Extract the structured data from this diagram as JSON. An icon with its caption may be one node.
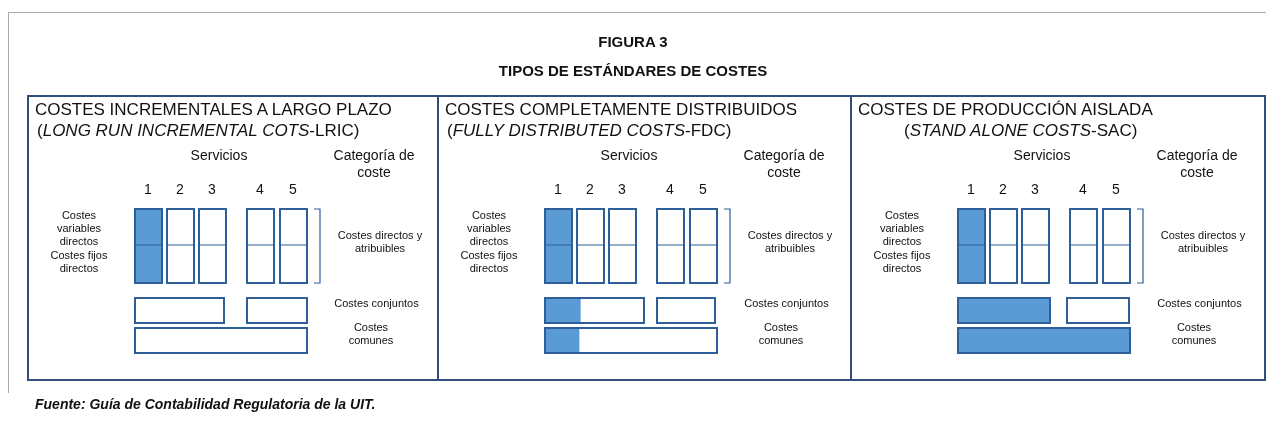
{
  "diagram": {
    "title": "FIGURA 3",
    "caption": "Fuente: Guía de Contabilidad Regulatoria de la UIT.",
    "nodes": [
      {
        "text": [
          "COSTES INCREMENTALES A LARGO PLAZO",
          "(*LONG RUN INCREMENTAL COTS*-LRIC)"
        ]
      },
      {
        "text": [
          "COSTES COMPLETAMENTE DISTRIBUIDOS",
          "(*FULLY DISTRIBUTED COSTS*-FDC)"
        ]
      },
      {
        "text": [
          "COSTES DE PRODUCCIÓN AISLADA",
          "(*STAND ALONE COSTS*-SAC)"
        ]
      }
    ],
    "labels": [
      "TIPOS DE ESTÁNDARES DE COSTES",
      "Servicios",
      "Categoría de coste",
      "1",
      "2",
      "3",
      "4",
      "5",
      "Costes variables directos",
      "Costes directos y atribuibles",
      "Costes fijos directos",
      "Costes conjuntos",
      "Costes comunes",
      "Servicios",
      "Categoría de coste",
      "1",
      "2",
      "3",
      "4",
      "5",
      "Costes variables directos",
      "Costes directos y atribuibles",
      "Costes fijos directos",
      "Costes conjuntos",
      "Costes comunes",
      "Servicios",
      "Categoría de coste",
      "1",
      "2",
      "3",
      "4",
      "5",
      "Costes variables directos",
      "Costes directos y atribuibles",
      "Costes fijos directos",
      "Costes conjuntos",
      "Costes comunes"
    ]
  }
}
